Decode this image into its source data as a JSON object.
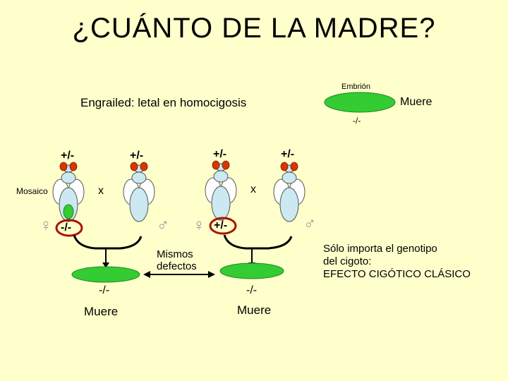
{
  "title": "¿CUÁNTO DE LA MADRE?",
  "subtitle": "Engrailed: letal en homocigosis",
  "embryo_label": "Embrión",
  "embryo_genotype": "-/-",
  "embryo_fate": "Muere",
  "mosaic_label": "Mosaico",
  "cross_symbol": "x",
  "flies": {
    "f1_genotype": "+/-",
    "f2_genotype": "+/-",
    "f3_genotype": "+/-",
    "f4_genotype": "+/-"
  },
  "germline_left": "-/-",
  "germline_right": "+/-",
  "female_symbol": "♀",
  "male_symbol": "♂",
  "center_note": "Mismos\ndefectos",
  "offspring_left": {
    "genotype": "-/-",
    "fate": "Muere"
  },
  "offspring_right": {
    "genotype": "-/-",
    "fate": "Muere"
  },
  "conclusion": "Sólo importa el genotipo\ndel cigoto:\nEFECTO CIGÓTICO CLÁSICO",
  "colors": {
    "background": "#ffffcc",
    "embryo": "#33cc33",
    "fly_body": "#cce8f0",
    "eye": "#dd3300",
    "ring": "#aa1100"
  }
}
